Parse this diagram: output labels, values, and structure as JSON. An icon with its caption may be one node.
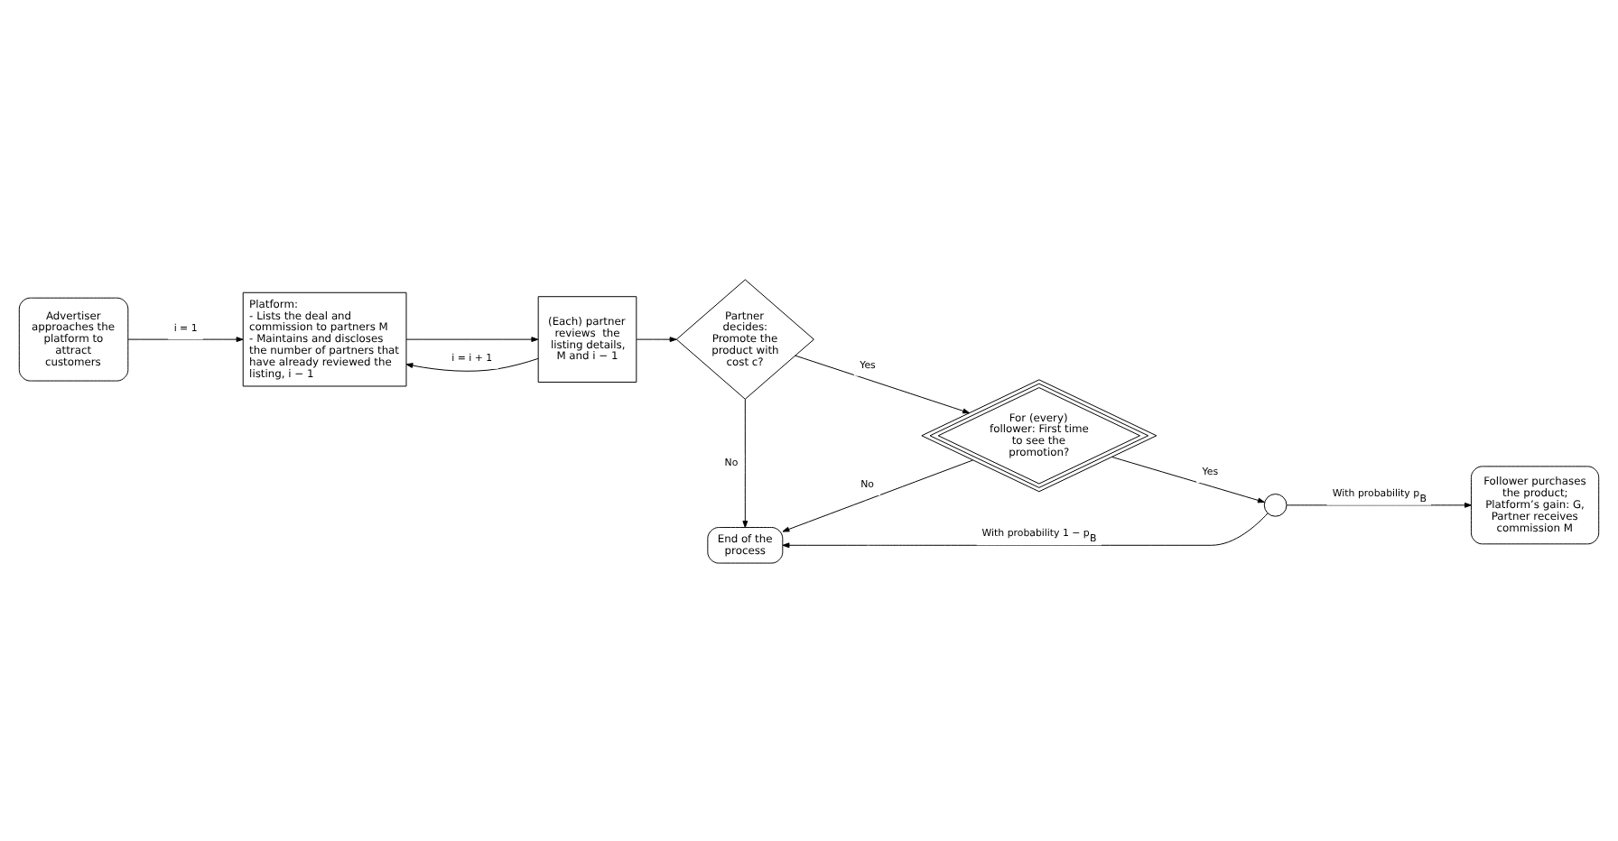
{
  "diagram": {
    "nodes": [
      {
        "text": [
          "Advertiser approaches the platform to attract customers"
        ]
      },
      {
        "text": [
          "Platform:",
          "- Lists the deal and commission to partners M",
          "- Maintains and discloses the number of partners that have already reviewed the listing, i − 1"
        ]
      },
      {
        "text": [
          "(Each) partner reviews  the listing details, M and i − 1"
        ]
      },
      {
        "text": [
          "Partner decides: Promote the product with cost c?"
        ]
      },
      {
        "text": [
          "End of the process"
        ]
      },
      {
        "text": [
          "For (every) follower: First time to see the promotion?"
        ]
      },
      {
        "text": [],
        "shape": "circle"
      },
      {
        "text": [
          "Follower purchases the product; Platform’s gain: G, Partner receives commission M"
        ]
      }
    ],
    "edges": [
      {
        "from": 0,
        "to": 1,
        "arrow": "to",
        "label": "i = 1"
      },
      {
        "from": 1,
        "to": 2,
        "arrow": "to"
      },
      {
        "from": 2,
        "to": 1,
        "arrow": "to",
        "label": "i = i + 1"
      },
      {
        "from": 2,
        "to": 3,
        "arrow": "to"
      },
      {
        "from": 3,
        "to": 4,
        "arrow": "to",
        "label": "No"
      },
      {
        "from": 3,
        "to": 5,
        "arrow": "to",
        "label": "Yes"
      },
      {
        "from": 5,
        "to": 4,
        "arrow": "to",
        "label": "No"
      },
      {
        "from": 5,
        "to": 6,
        "arrow": "to",
        "label": "Yes"
      },
      {
        "from": 6,
        "to": 7,
        "arrow": "to",
        "label": "With probability p$_{B}$"
      },
      {
        "from": 6,
        "to": 4,
        "arrow": "to",
        "label": "With probability 1 − p$_{B}$"
      }
    ]
  }
}
